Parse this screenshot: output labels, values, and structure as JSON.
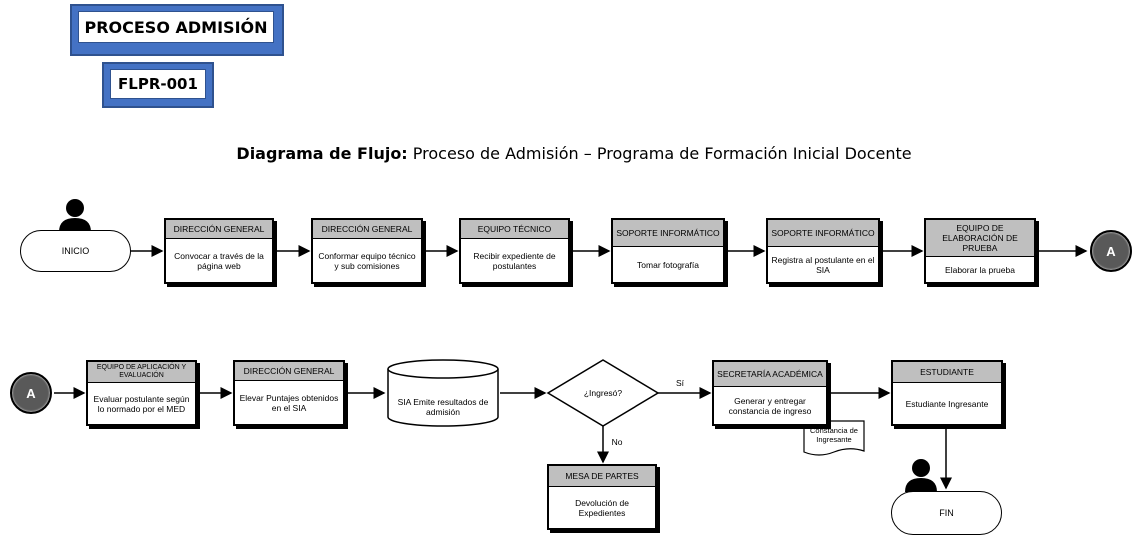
{
  "header": {
    "title": "PROCESO ADMISIÓN",
    "code": "FLPR-001"
  },
  "subtitle": {
    "bold": "Diagrama de Flujo:",
    "text": " Proceso de Admisión – Programa de Formación Inicial Docente"
  },
  "row1": {
    "start": "INICIO",
    "steps": [
      {
        "head": "DIRECCIÓN GENERAL",
        "body": "Convocar a través de la página web"
      },
      {
        "head": "DIRECCIÓN GENERAL",
        "body": "Conformar equipo técnico y sub comisiones"
      },
      {
        "head": "EQUIPO TÉCNICO",
        "body": "Recibir expediente de postulantes"
      },
      {
        "head": "SOPORTE INFORMÁTICO",
        "body": "Tomar fotografía"
      },
      {
        "head": "SOPORTE INFORMÁTICO",
        "body": "Registra al postulante en el SIA"
      },
      {
        "head": "EQUIPO DE ELABORACIÓN DE PRUEBA",
        "body": "Elaborar la prueba"
      }
    ],
    "connector": "A"
  },
  "row2": {
    "connector": "A",
    "step1": {
      "head": "EQUIPO DE APLICACIÓN Y EVALUACIÓN",
      "body": "Evaluar postulante según lo normado por el MED"
    },
    "step2": {
      "head": "DIRECCIÓN GENERAL",
      "body": "Elevar Puntajes obtenidos en el SIA"
    },
    "database": "SIA Emite resultados de admisión",
    "decision": "¿Ingresó?",
    "yes_label": "Sí",
    "no_label": "No",
    "secretaria": {
      "head": "SECRETARÍA ACADÉMICA",
      "body": "Generar y entregar constancia de ingreso"
    },
    "document": "Constancia de Ingresante",
    "mesa": {
      "head": "MESA DE PARTES",
      "body": "Devolución de Expedientes"
    },
    "estudiante": {
      "head": "ESTUDIANTE",
      "body": "Estudiante Ingresante"
    },
    "end": "FIN"
  }
}
